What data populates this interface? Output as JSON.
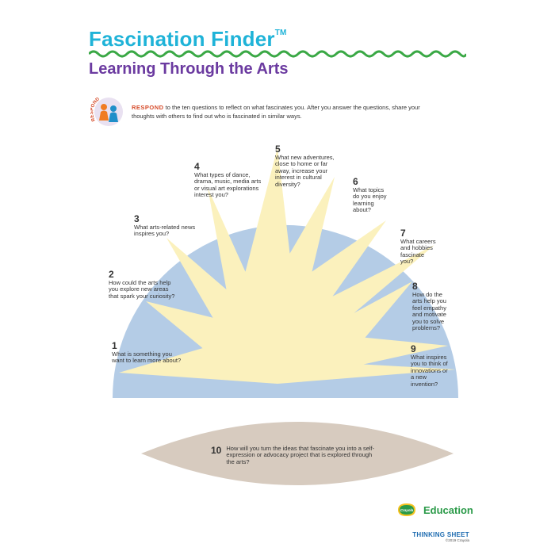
{
  "header": {
    "title": "Fascination Finder",
    "trademark": "TM",
    "subtitle": "Learning Through the Arts"
  },
  "respond": {
    "icon_label": "RESPOND",
    "keyword": "RESPOND",
    "text": " to the ten questions to reflect on what fascinates you. After you answer the questions, share your thoughts with others to find out who is fascinated in similar ways."
  },
  "questions": [
    {
      "number": "1",
      "text": "What is something you want to learn more about?"
    },
    {
      "number": "2",
      "text": "How could the arts help you explore new areas that spark your curiosity?"
    },
    {
      "number": "3",
      "text": "What arts-related news inspires you?"
    },
    {
      "number": "4",
      "text": "What types of dance, drama, music, media arts or visual art explorations interest you?"
    },
    {
      "number": "5",
      "text": "What new adventures, close to home or far away, increase your interest in cultural diversity?"
    },
    {
      "number": "6",
      "text": "What topics do you enjoy learning about?"
    },
    {
      "number": "7",
      "text": "What careers and hobbies fascinate you?"
    },
    {
      "number": "8",
      "text": "How do the arts help you feel empathy and motivate you to solve problems?"
    },
    {
      "number": "9",
      "text": "What inspires you to think of innovations or a new invention?"
    },
    {
      "number": "10",
      "text": "How will you turn the ideas that fascinate you into a self-expression or advocacy project that is explored through the arts?"
    }
  ],
  "footer": {
    "logo_text": "Crayola",
    "brand": "Education",
    "sheet_label": "THINKING SHEET",
    "copyright": "©2019 Crayola"
  },
  "colors": {
    "title": "#1fb3d8",
    "subtitle": "#6b3aa0",
    "wave": "#3aa845",
    "sky": "#b4cce6",
    "sun": "#fbf1bd",
    "ground": "#d7cbbf",
    "respond_keyword": "#d64b2a"
  }
}
